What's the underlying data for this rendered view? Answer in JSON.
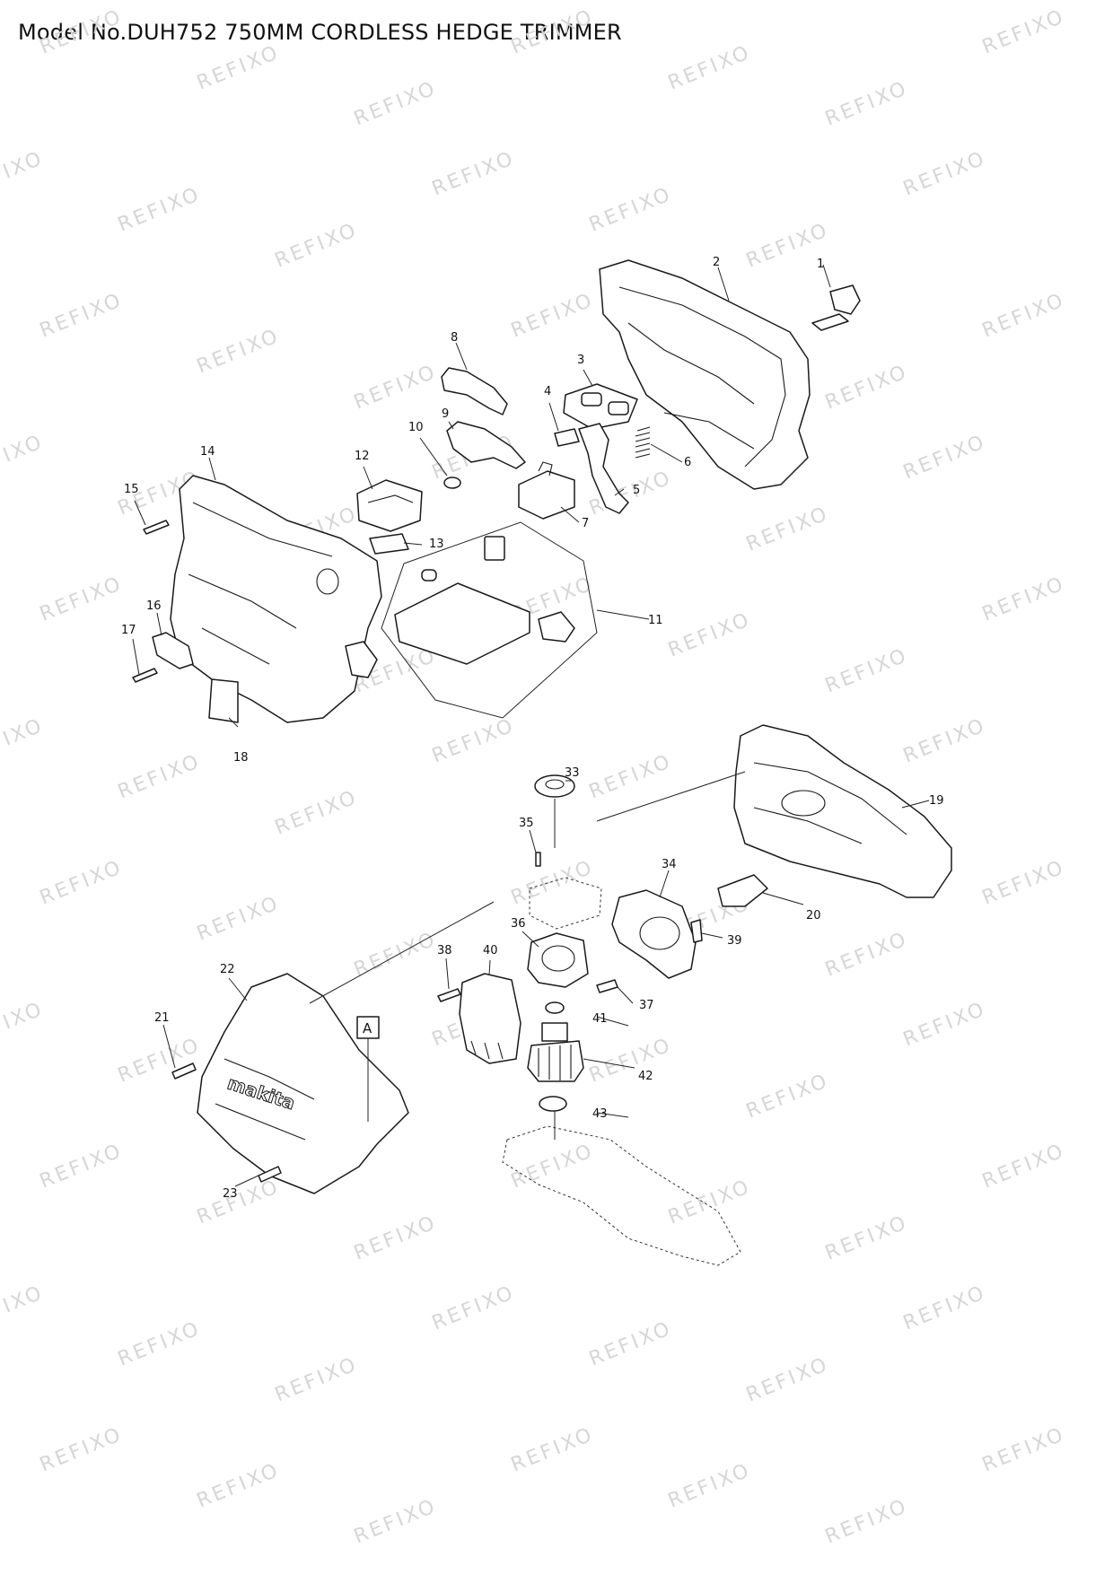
{
  "title": "Model No.DUH752 750MM CORDLESS HEDGE TRIMMER",
  "watermark": "REFIXO",
  "brand_mark": "makita",
  "section_label": "A",
  "parts": [
    "1",
    "2",
    "3",
    "4",
    "5",
    "6",
    "7",
    "8",
    "9",
    "10",
    "11",
    "12",
    "13",
    "14",
    "15",
    "16",
    "17",
    "18",
    "19",
    "20",
    "21",
    "22",
    "23",
    "33",
    "34",
    "35",
    "36",
    "37",
    "38",
    "39",
    "40",
    "41",
    "42",
    "43"
  ]
}
